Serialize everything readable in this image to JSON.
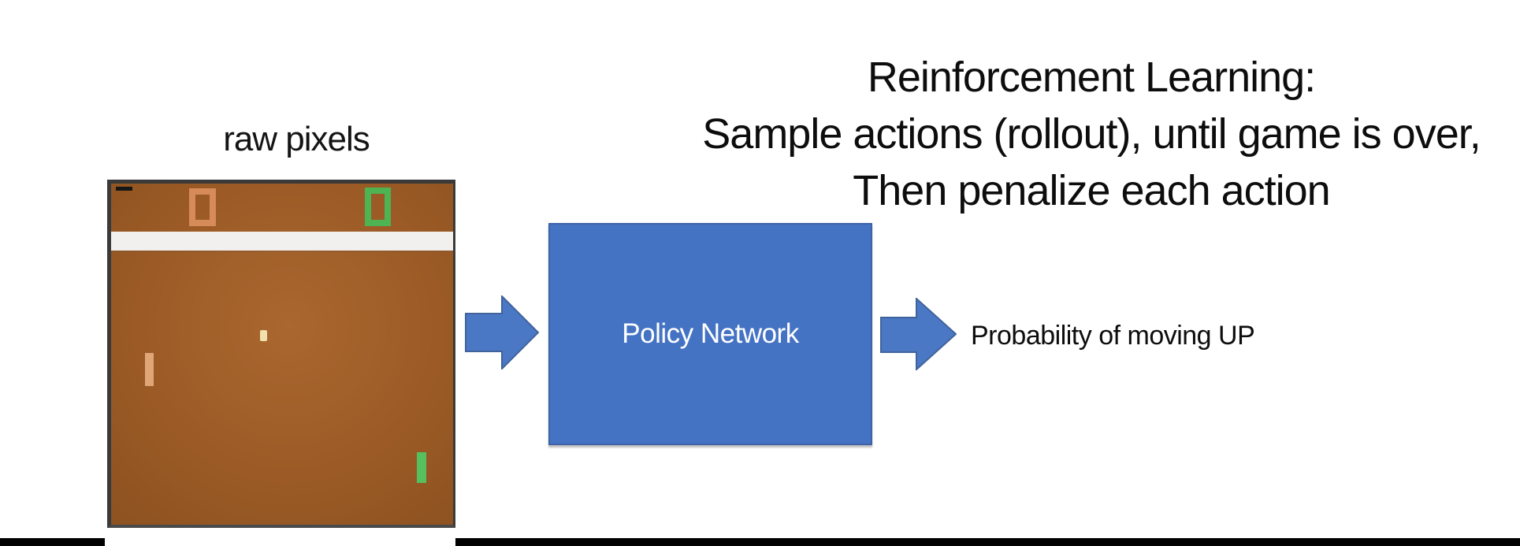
{
  "slide": {
    "title_lines": [
      "Reinforcement Learning:",
      "Sample actions (rollout), until game is over,",
      "Then penalize each action"
    ],
    "title_color": "#0d0d0d",
    "background_color": "#ffffff",
    "bottom_bar_color": "#000000"
  },
  "game": {
    "label": "raw pixels",
    "left_score_value": "0",
    "right_score_value": "0",
    "colors": {
      "field_brown": "#9c5b26",
      "frame_border_dark": "#3a3a3a",
      "left_score_orange": "#d68b59",
      "right_score_green": "#4db353",
      "wall_band_white": "#f2f0ee",
      "ball_cream": "#f2dfae",
      "left_paddle_tan": "#e0a678",
      "right_paddle_green": "#56c05e"
    }
  },
  "diagram": {
    "policy_box_label": "Policy Network",
    "policy_box_fill": "#4573c4",
    "policy_box_border": "#3f62a7",
    "arrow_fill": "#4a78c5",
    "arrow_border": "#41639c",
    "output_label": "Probability of moving UP"
  }
}
